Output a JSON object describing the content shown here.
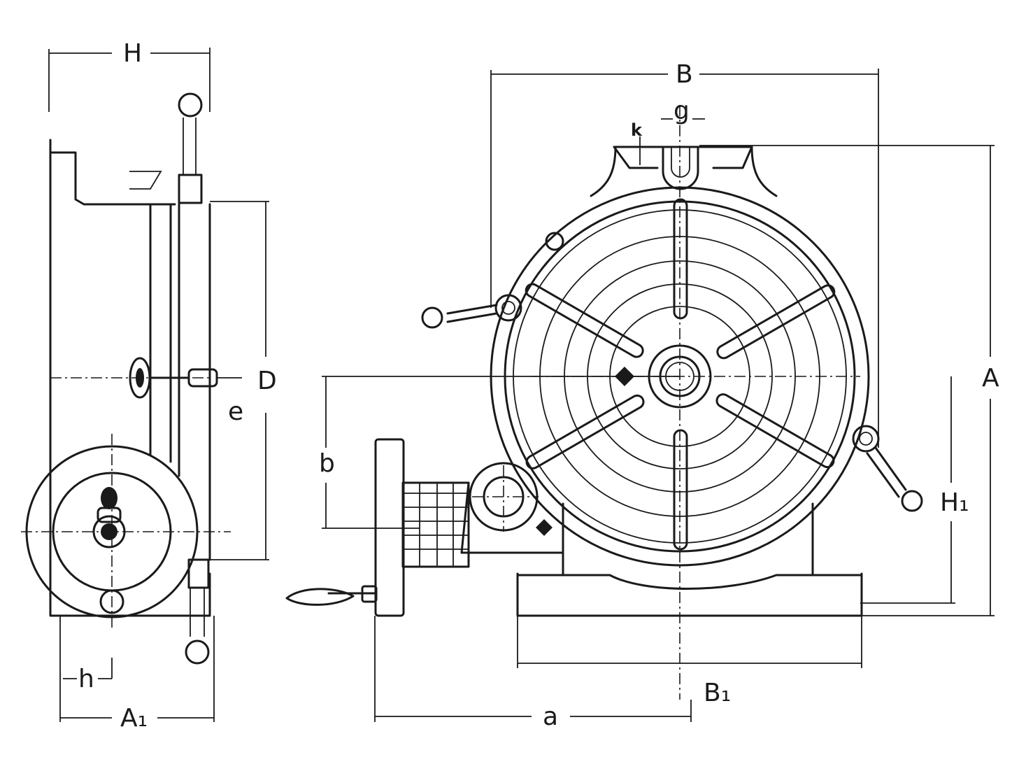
{
  "labels": {
    "H": "H",
    "D": "D",
    "e": "e",
    "h": "h",
    "A1": "A₁",
    "B": "B",
    "g": "g",
    "k": "k",
    "A": "A",
    "b": "b",
    "H1": "H₁",
    "B1": "B₁",
    "a": "a"
  },
  "colors": {
    "line": "#1a1a1a",
    "background": "#ffffff"
  }
}
